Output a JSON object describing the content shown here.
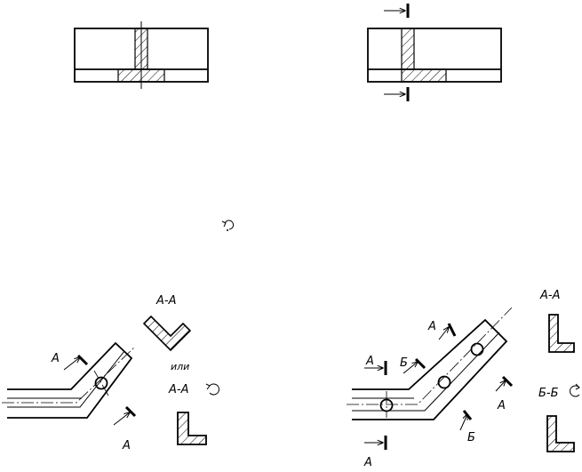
{
  "labels": {
    "section_aa_top": "А-А",
    "or_word": "или",
    "section_aa_rotated": "А-А",
    "bent_a_top": "А",
    "bent_a_bottom": "А",
    "right_a_top": "А",
    "right_b_mid": "Б",
    "right_a_left": "А",
    "right_a_right": "А",
    "right_b_bottom": "Б",
    "right_a_bottom": "А",
    "right_section_aa": "А-А",
    "right_section_bb": "Б-Б"
  },
  "icons": {
    "rotation": "rotation-arrow-icon",
    "center": "rotate-marker-icon"
  }
}
